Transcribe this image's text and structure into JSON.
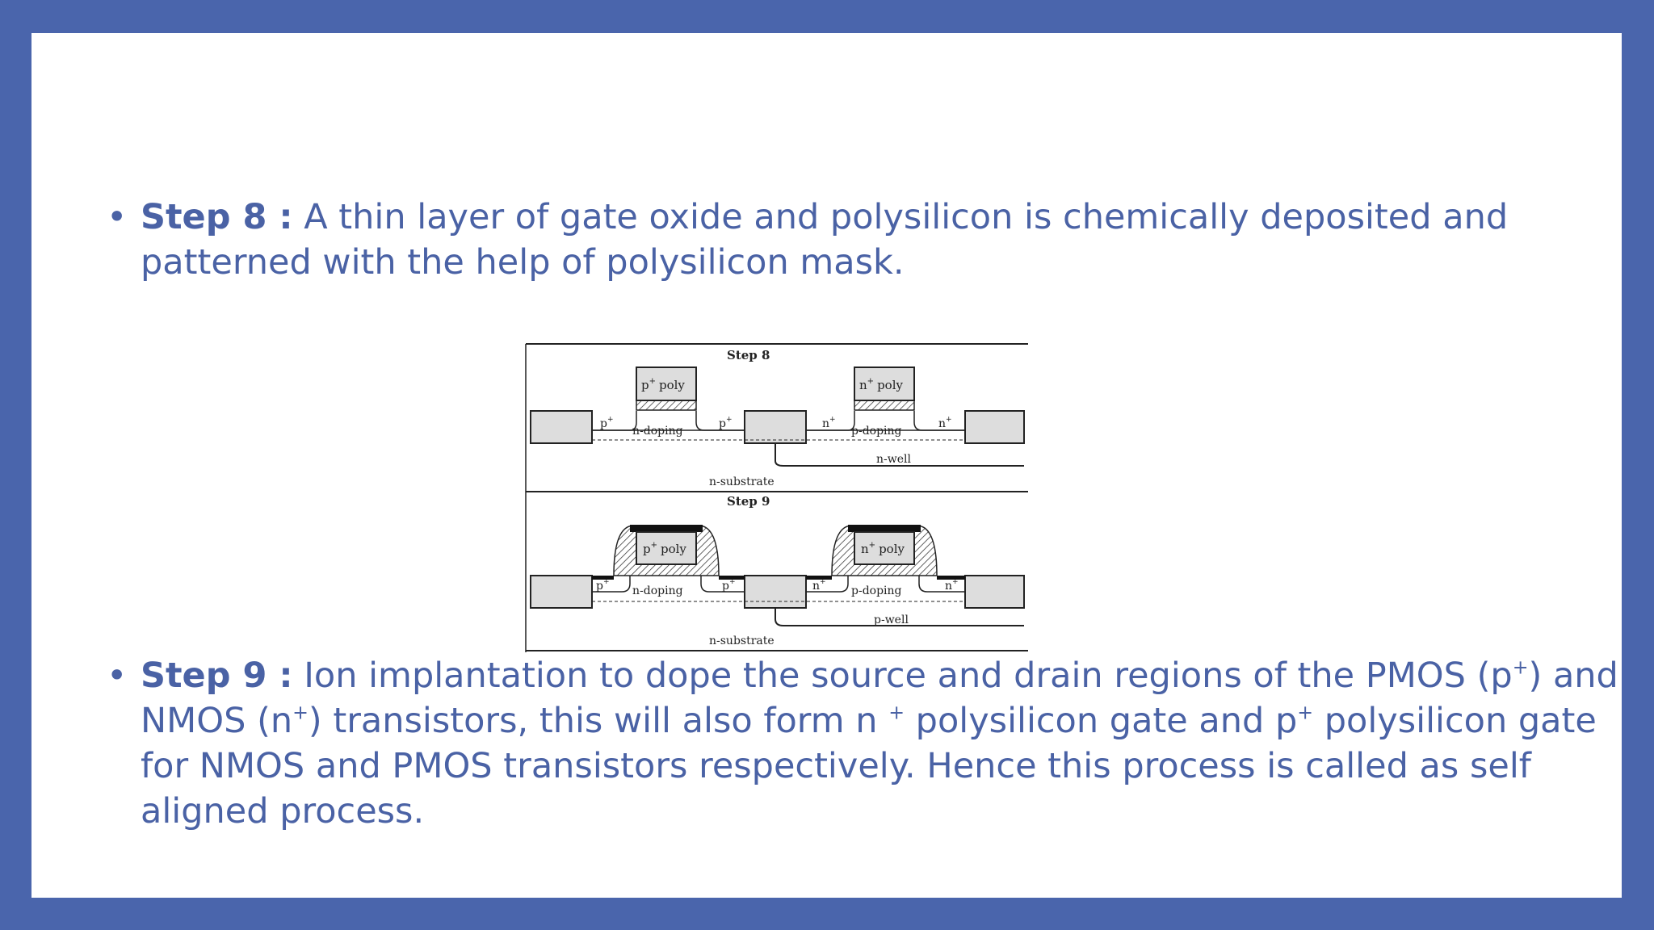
{
  "bullets": [
    {
      "marker": "•",
      "heading": "Step 8 :",
      "body": " A thin layer of gate oxide and polysilicon is chemically deposited and patterned with the help of polysilicon mask."
    },
    {
      "marker": "•",
      "heading": "Step 9 :",
      "parts": [
        " Ion implantation to dope the source and drain regions of the PMOS (p",
        "+",
        ") and NMOS (n",
        "+",
        ") transistors, this will also form n ",
        "+",
        " polysilicon gate and p",
        "+",
        " polysilicon gate for NMOS and PMOS transistors respectively. Hence this process is called as self aligned process."
      ]
    }
  ],
  "figure": {
    "step8": {
      "title": "Step 8",
      "left_gate": "p",
      "left_gate_sup": "+",
      "left_gate_suffix": "poly",
      "right_gate": "n",
      "right_gate_sup": "+",
      "right_gate_suffix": "poly",
      "left_doping": "n-doping",
      "right_doping": "p-doping",
      "p_plus": "p",
      "n_plus": "n",
      "plus": "+",
      "well": "n-well",
      "substrate": "n-substrate"
    },
    "step9": {
      "title": "Step 9",
      "left_gate": "p",
      "left_gate_sup": "+",
      "left_gate_suffix": "poly",
      "right_gate": "n",
      "right_gate_sup": "+",
      "right_gate_suffix": "poly",
      "left_doping": "n-doping",
      "right_doping": "p-doping",
      "p_plus": "p",
      "n_plus": "n",
      "plus": "+",
      "well": "p-well",
      "substrate": "n-substrate"
    }
  },
  "colors": {
    "frame": "#4a65ac",
    "text": "#4a62a5"
  }
}
